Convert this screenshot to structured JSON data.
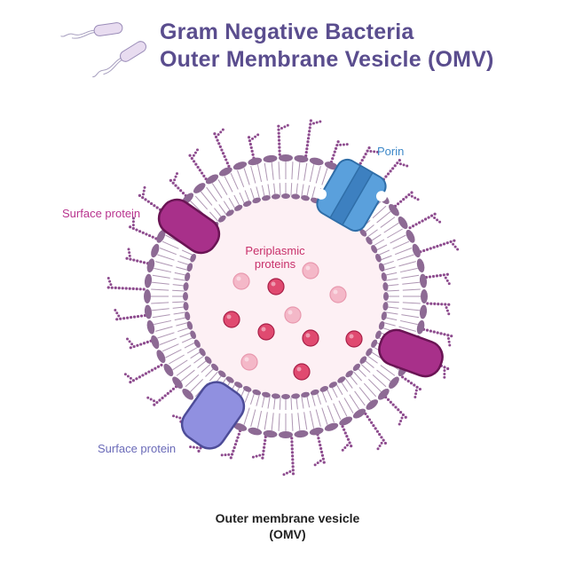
{
  "header": {
    "title_line1": "Gram Negative Bacteria",
    "title_line2": "Outer Membrane Vesicle (OMV)",
    "icon": "bacteria-icon"
  },
  "labels": {
    "porin": "Porin",
    "surface_protein_top": "Surface protein",
    "surface_protein_bottom": "Surface protein",
    "periplasmic_line1": "Periplasmic",
    "periplasmic_line2": "proteins"
  },
  "caption": {
    "line1": "Outer membrane vesicle",
    "line2": "(OMV)"
  },
  "colors": {
    "title": "#5a4d8e",
    "membrane": "#8d6a94",
    "lps": "#8d4b8e",
    "lumen": "#fdf0f4",
    "porin": "#5aa0dc",
    "surface_protein_magenta": "#a8308a",
    "surface_protein_violet": "#9090e0",
    "protein_dark": "#e04a70",
    "protein_light": "#f4b8c8"
  }
}
